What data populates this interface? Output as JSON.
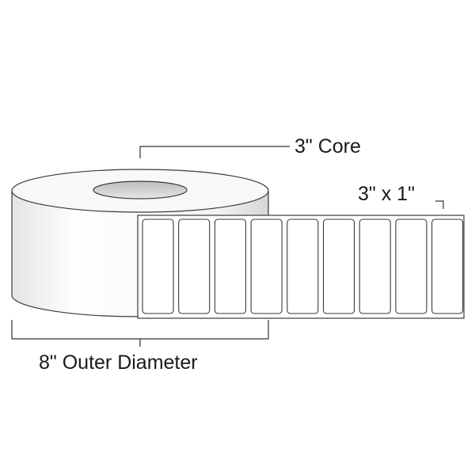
{
  "core_label": "3\" Core",
  "label_size_label": "3\" x 1\"",
  "outer_diameter_label": "8\" Outer Diameter",
  "label_count": 9,
  "colors": {
    "outline": "#3a3a3a",
    "roll_face": "#f7f7f7",
    "roll_side_light": "#ffffff",
    "roll_side_dark": "#d9d9d9",
    "core_hole": "#cfcfcf",
    "leader_line": "#333333"
  }
}
